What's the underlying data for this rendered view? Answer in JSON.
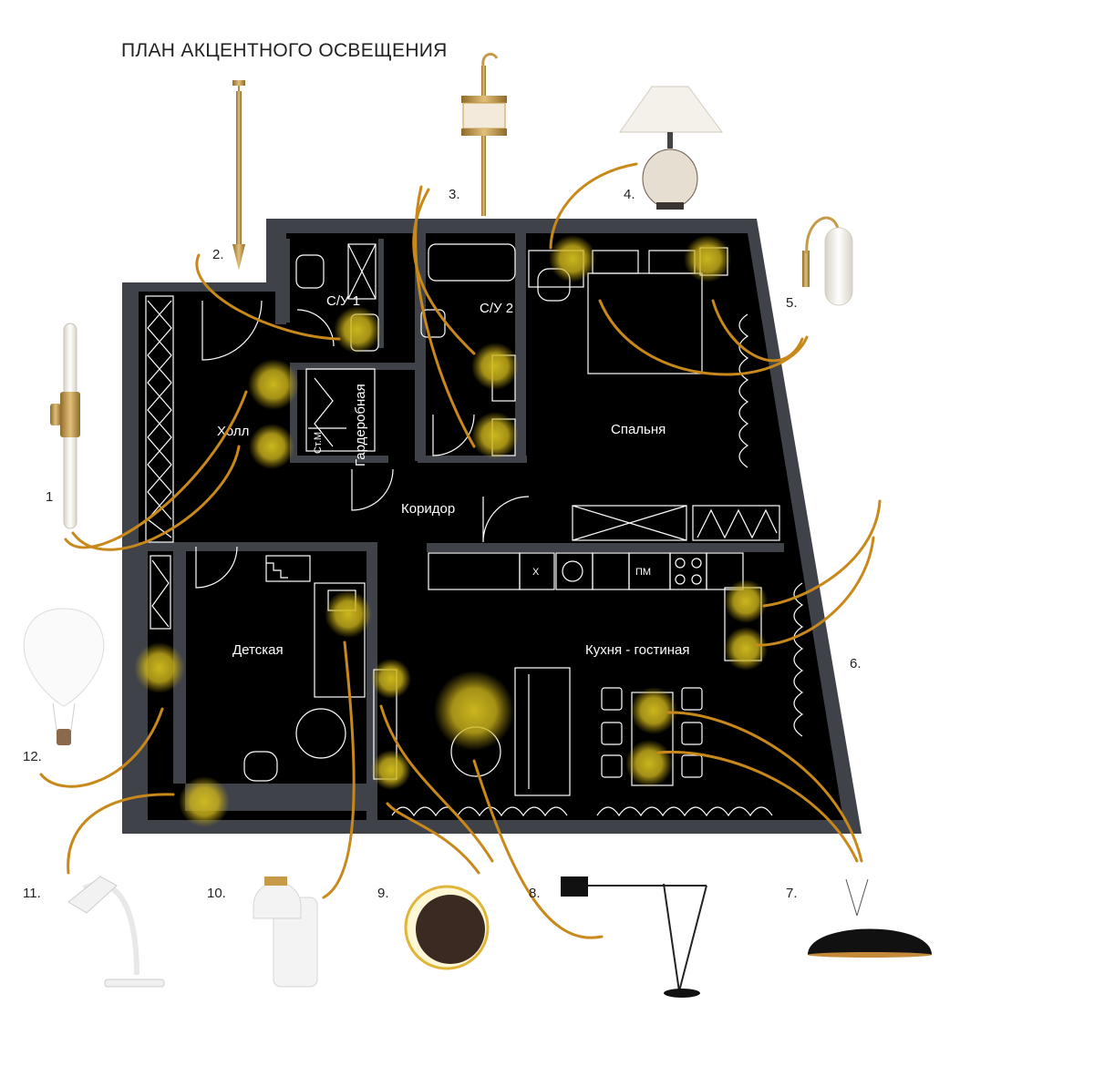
{
  "title": "ПЛАН АКЦЕНТНОГО ОСВЕЩЕНИЯ",
  "rooms": {
    "hall": "Холл",
    "bath1": "С/У 1",
    "bath2": "С/У 2",
    "wardrobe": "Гардеробная",
    "storage": "Ст.М.",
    "bedroom": "Спальня",
    "corridor": "Коридор",
    "kids": "Детская",
    "kitchen": "Кухня - гостиная",
    "washer": "Х",
    "dishwasher": "ПМ"
  },
  "numbers": [
    "1",
    "2.",
    "3.",
    "4.",
    "5.",
    "6.",
    "7.",
    "8.",
    "9.",
    "10.",
    "11.",
    "12."
  ],
  "fixtures": [
    {
      "num": "1",
      "type": "wall-sconce-tube"
    },
    {
      "num": "2.",
      "type": "pendant-brass"
    },
    {
      "num": "3.",
      "type": "wall-sconce-bath"
    },
    {
      "num": "4.",
      "type": "table-lamp"
    },
    {
      "num": "5.",
      "type": "wall-sconce-glass"
    },
    {
      "num": "6.",
      "type": "sconce"
    },
    {
      "num": "7.",
      "type": "pendant-dome"
    },
    {
      "num": "8.",
      "type": "floor-lamp-arc"
    },
    {
      "num": "9.",
      "type": "wall-disc-lamp"
    },
    {
      "num": "10.",
      "type": "wall-spot"
    },
    {
      "num": "11.",
      "type": "desk-lamp"
    },
    {
      "num": "12.",
      "type": "balloon-lamp"
    }
  ],
  "colors": {
    "wall": "#3f4249",
    "floor": "#000000",
    "glow": "#d6c01f",
    "line": "#c8891a",
    "brass": "#c79a4a"
  }
}
